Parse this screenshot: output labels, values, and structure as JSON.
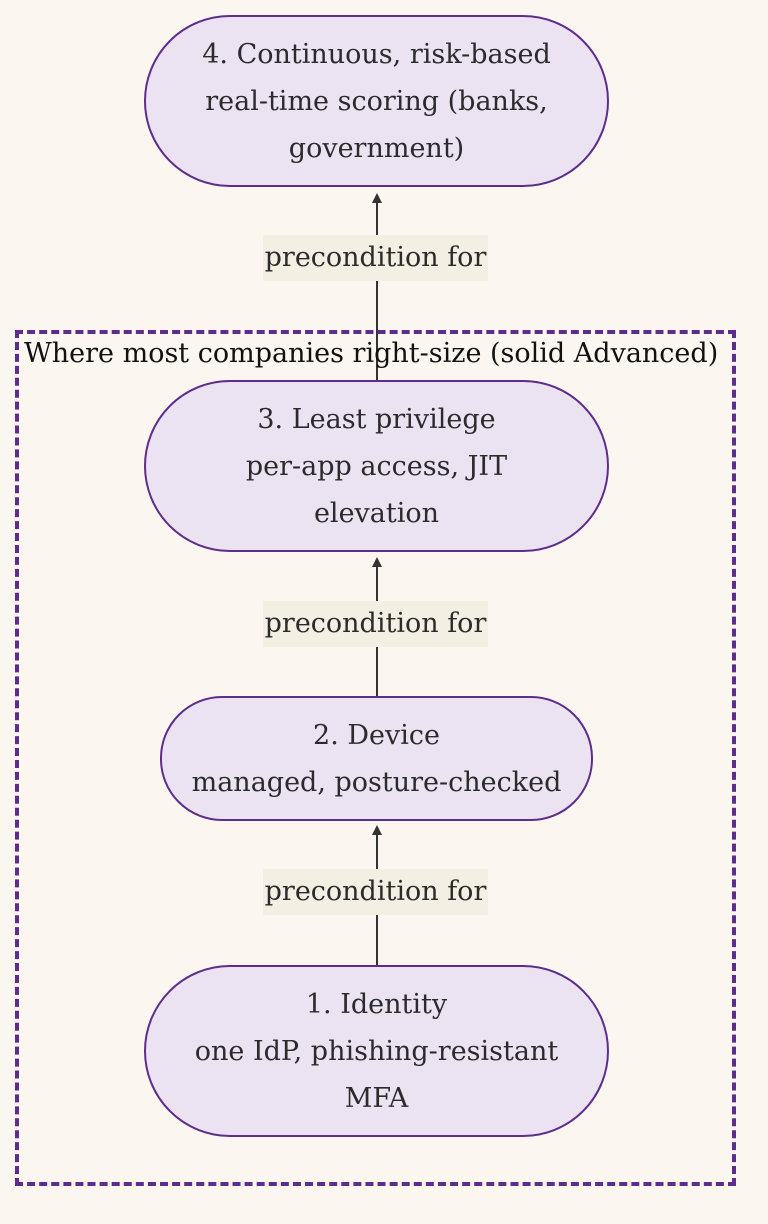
{
  "group": {
    "title": "Where most companies right-size (solid Advanced)"
  },
  "nodes": {
    "n4": {
      "line1": "4. Continuous, risk-based",
      "line2": "real-time scoring (banks,",
      "line3": "government)"
    },
    "n3": {
      "line1": "3. Least privilege",
      "line2": "per-app access, JIT",
      "line3": "elevation"
    },
    "n2": {
      "line1": "2. Device",
      "line2": "managed, posture-checked"
    },
    "n1": {
      "line1": "1. Identity",
      "line2": "one IdP, phishing-resistant",
      "line3": "MFA"
    }
  },
  "edges": {
    "e1": {
      "label": "precondition for"
    },
    "e2": {
      "label": "precondition for"
    },
    "e3": {
      "label": "precondition for"
    }
  },
  "colors": {
    "node_fill": "#ece3f2",
    "node_stroke": "#5e2d8c",
    "group_border": "#5e2d8c",
    "edge_label_bg": "#f3efe2",
    "arrow": "#333333",
    "background": "#fbf6ef"
  }
}
